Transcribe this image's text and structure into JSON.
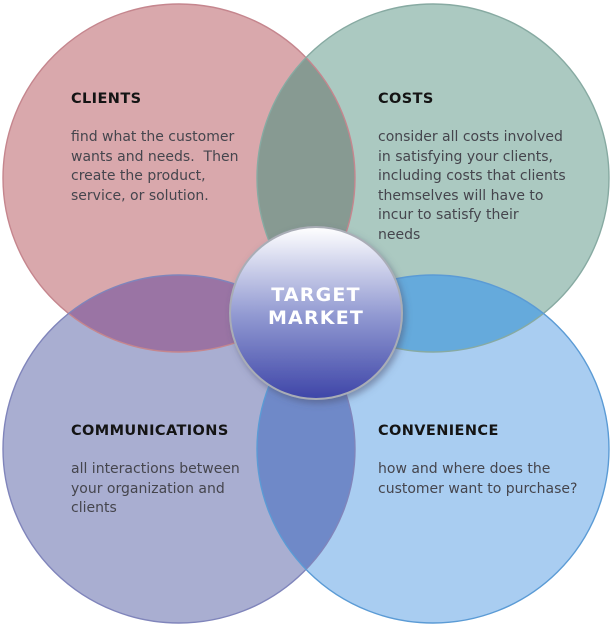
{
  "sections": {
    "clients": {
      "heading": "CLIENTS",
      "body": "find what the customer\nwants and needs.  Then\ncreate the product,\nservice, or solution.",
      "fill": "#d9a8ac",
      "stroke": "#c5868e"
    },
    "costs": {
      "heading": "COSTS",
      "body": "consider all costs involved\nin satisfying your clients,\nincluding costs that clients\nthemselves will have to\nincur to satisfy their\nneeds",
      "fill": "#abc9c1",
      "stroke": "#87aaa2"
    },
    "communications": {
      "heading": "COMMUNICATIONS",
      "body": "all interactions between\nyour organization and\nclients",
      "fill": "#a9aed1",
      "stroke": "#8085bb"
    },
    "convenience": {
      "heading": "CONVENIENCE",
      "body": "how and where does the\ncustomer want to purchase?",
      "fill": "#a9cdf1",
      "stroke": "#5b9bd5"
    }
  },
  "overlaps": {
    "clients_costs": "#879a92",
    "clients_communications": "#9a74a4",
    "costs_convenience": "#65aadc",
    "communications_convenience": "#6f89c8"
  },
  "center": {
    "label": "TARGET\nMARKET",
    "gradient_top": "#ffffff",
    "gradient_mid": "#9098d1",
    "gradient_bottom": "#3e45a8",
    "rim": "#a9adb6"
  },
  "text_colors": {
    "heading": "#141414",
    "body": "#45454d"
  }
}
